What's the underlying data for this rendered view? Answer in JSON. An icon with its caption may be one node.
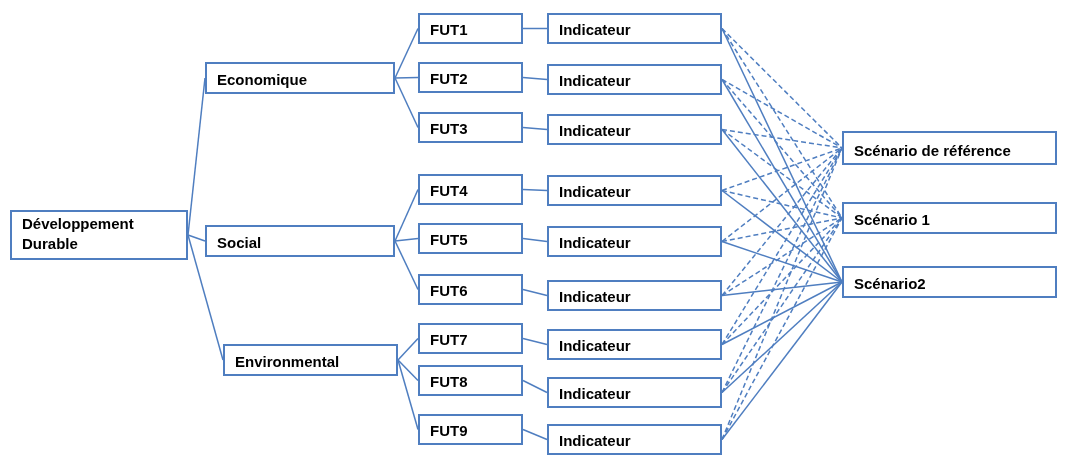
{
  "diagram": {
    "nodes": [
      {
        "text": [
          "Développement Durable"
        ]
      },
      {
        "text": [
          "Economique"
        ]
      },
      {
        "text": [
          "Social"
        ]
      },
      {
        "text": [
          "Environmental"
        ]
      },
      {
        "text": [
          "FUT1"
        ]
      },
      {
        "text": [
          "FUT2"
        ]
      },
      {
        "text": [
          "FUT3"
        ]
      },
      {
        "text": [
          "FUT4"
        ]
      },
      {
        "text": [
          "FUT5"
        ]
      },
      {
        "text": [
          "FUT6"
        ]
      },
      {
        "text": [
          "FUT7"
        ]
      },
      {
        "text": [
          "FUT8"
        ]
      },
      {
        "text": [
          "FUT9"
        ]
      },
      {
        "text": [
          "Indicateur"
        ]
      },
      {
        "text": [
          "Indicateur"
        ]
      },
      {
        "text": [
          "Indicateur"
        ]
      },
      {
        "text": [
          "Indicateur"
        ]
      },
      {
        "text": [
          "Indicateur"
        ]
      },
      {
        "text": [
          "Indicateur"
        ]
      },
      {
        "text": [
          "Indicateur"
        ]
      },
      {
        "text": [
          "Indicateur"
        ]
      },
      {
        "text": [
          "Indicateur"
        ]
      },
      {
        "text": [
          "Scénario de référence"
        ]
      },
      {
        "text": [
          "Scénario 1"
        ]
      },
      {
        "text": [
          "Scénario2"
        ]
      }
    ],
    "edges": [
      {
        "from": 0,
        "to": 1,
        "arrow": "none"
      },
      {
        "from": 0,
        "to": 2,
        "arrow": "none"
      },
      {
        "from": 0,
        "to": 3,
        "arrow": "none"
      },
      {
        "from": 1,
        "to": 4,
        "arrow": "none"
      },
      {
        "from": 1,
        "to": 5,
        "arrow": "none"
      },
      {
        "from": 1,
        "to": 6,
        "arrow": "none"
      },
      {
        "from": 2,
        "to": 7,
        "arrow": "none"
      },
      {
        "from": 2,
        "to": 8,
        "arrow": "none"
      },
      {
        "from": 2,
        "to": 9,
        "arrow": "none"
      },
      {
        "from": 3,
        "to": 10,
        "arrow": "none"
      },
      {
        "from": 3,
        "to": 11,
        "arrow": "none"
      },
      {
        "from": 3,
        "to": 12,
        "arrow": "none"
      },
      {
        "from": 4,
        "to": 13,
        "arrow": "none"
      },
      {
        "from": 5,
        "to": 14,
        "arrow": "none"
      },
      {
        "from": 6,
        "to": 15,
        "arrow": "none"
      },
      {
        "from": 7,
        "to": 16,
        "arrow": "none"
      },
      {
        "from": 8,
        "to": 17,
        "arrow": "none"
      },
      {
        "from": 9,
        "to": 18,
        "arrow": "none"
      },
      {
        "from": 10,
        "to": 19,
        "arrow": "none"
      },
      {
        "from": 11,
        "to": 20,
        "arrow": "none"
      },
      {
        "from": 12,
        "to": 21,
        "arrow": "none"
      },
      {
        "from": 13,
        "to": 22,
        "arrow": "none",
        "style": "dashed"
      },
      {
        "from": 13,
        "to": 23,
        "arrow": "none",
        "style": "dashed"
      },
      {
        "from": 13,
        "to": 24,
        "arrow": "none"
      },
      {
        "from": 14,
        "to": 22,
        "arrow": "none",
        "style": "dashed"
      },
      {
        "from": 14,
        "to": 23,
        "arrow": "none",
        "style": "dashed"
      },
      {
        "from": 14,
        "to": 24,
        "arrow": "none"
      },
      {
        "from": 15,
        "to": 22,
        "arrow": "none",
        "style": "dashed"
      },
      {
        "from": 15,
        "to": 23,
        "arrow": "none",
        "style": "dashed"
      },
      {
        "from": 15,
        "to": 24,
        "arrow": "none"
      },
      {
        "from": 16,
        "to": 22,
        "arrow": "none",
        "style": "dashed"
      },
      {
        "from": 16,
        "to": 23,
        "arrow": "none",
        "style": "dashed"
      },
      {
        "from": 16,
        "to": 24,
        "arrow": "none"
      },
      {
        "from": 17,
        "to": 22,
        "arrow": "none",
        "style": "dashed"
      },
      {
        "from": 17,
        "to": 23,
        "arrow": "none",
        "style": "dashed"
      },
      {
        "from": 17,
        "to": 24,
        "arrow": "none"
      },
      {
        "from": 18,
        "to": 22,
        "arrow": "none",
        "style": "dashed"
      },
      {
        "from": 18,
        "to": 23,
        "arrow": "none",
        "style": "dashed"
      },
      {
        "from": 18,
        "to": 24,
        "arrow": "none"
      },
      {
        "from": 19,
        "to": 22,
        "arrow": "none",
        "style": "dashed"
      },
      {
        "from": 19,
        "to": 23,
        "arrow": "none",
        "style": "dashed"
      },
      {
        "from": 19,
        "to": 24,
        "arrow": "none"
      },
      {
        "from": 20,
        "to": 22,
        "arrow": "none",
        "style": "dashed"
      },
      {
        "from": 20,
        "to": 23,
        "arrow": "none",
        "style": "dashed"
      },
      {
        "from": 20,
        "to": 24,
        "arrow": "none"
      },
      {
        "from": 21,
        "to": 22,
        "arrow": "none",
        "style": "dashed"
      },
      {
        "from": 21,
        "to": 23,
        "arrow": "none",
        "style": "dashed"
      },
      {
        "from": 21,
        "to": 24,
        "arrow": "none"
      }
    ]
  }
}
